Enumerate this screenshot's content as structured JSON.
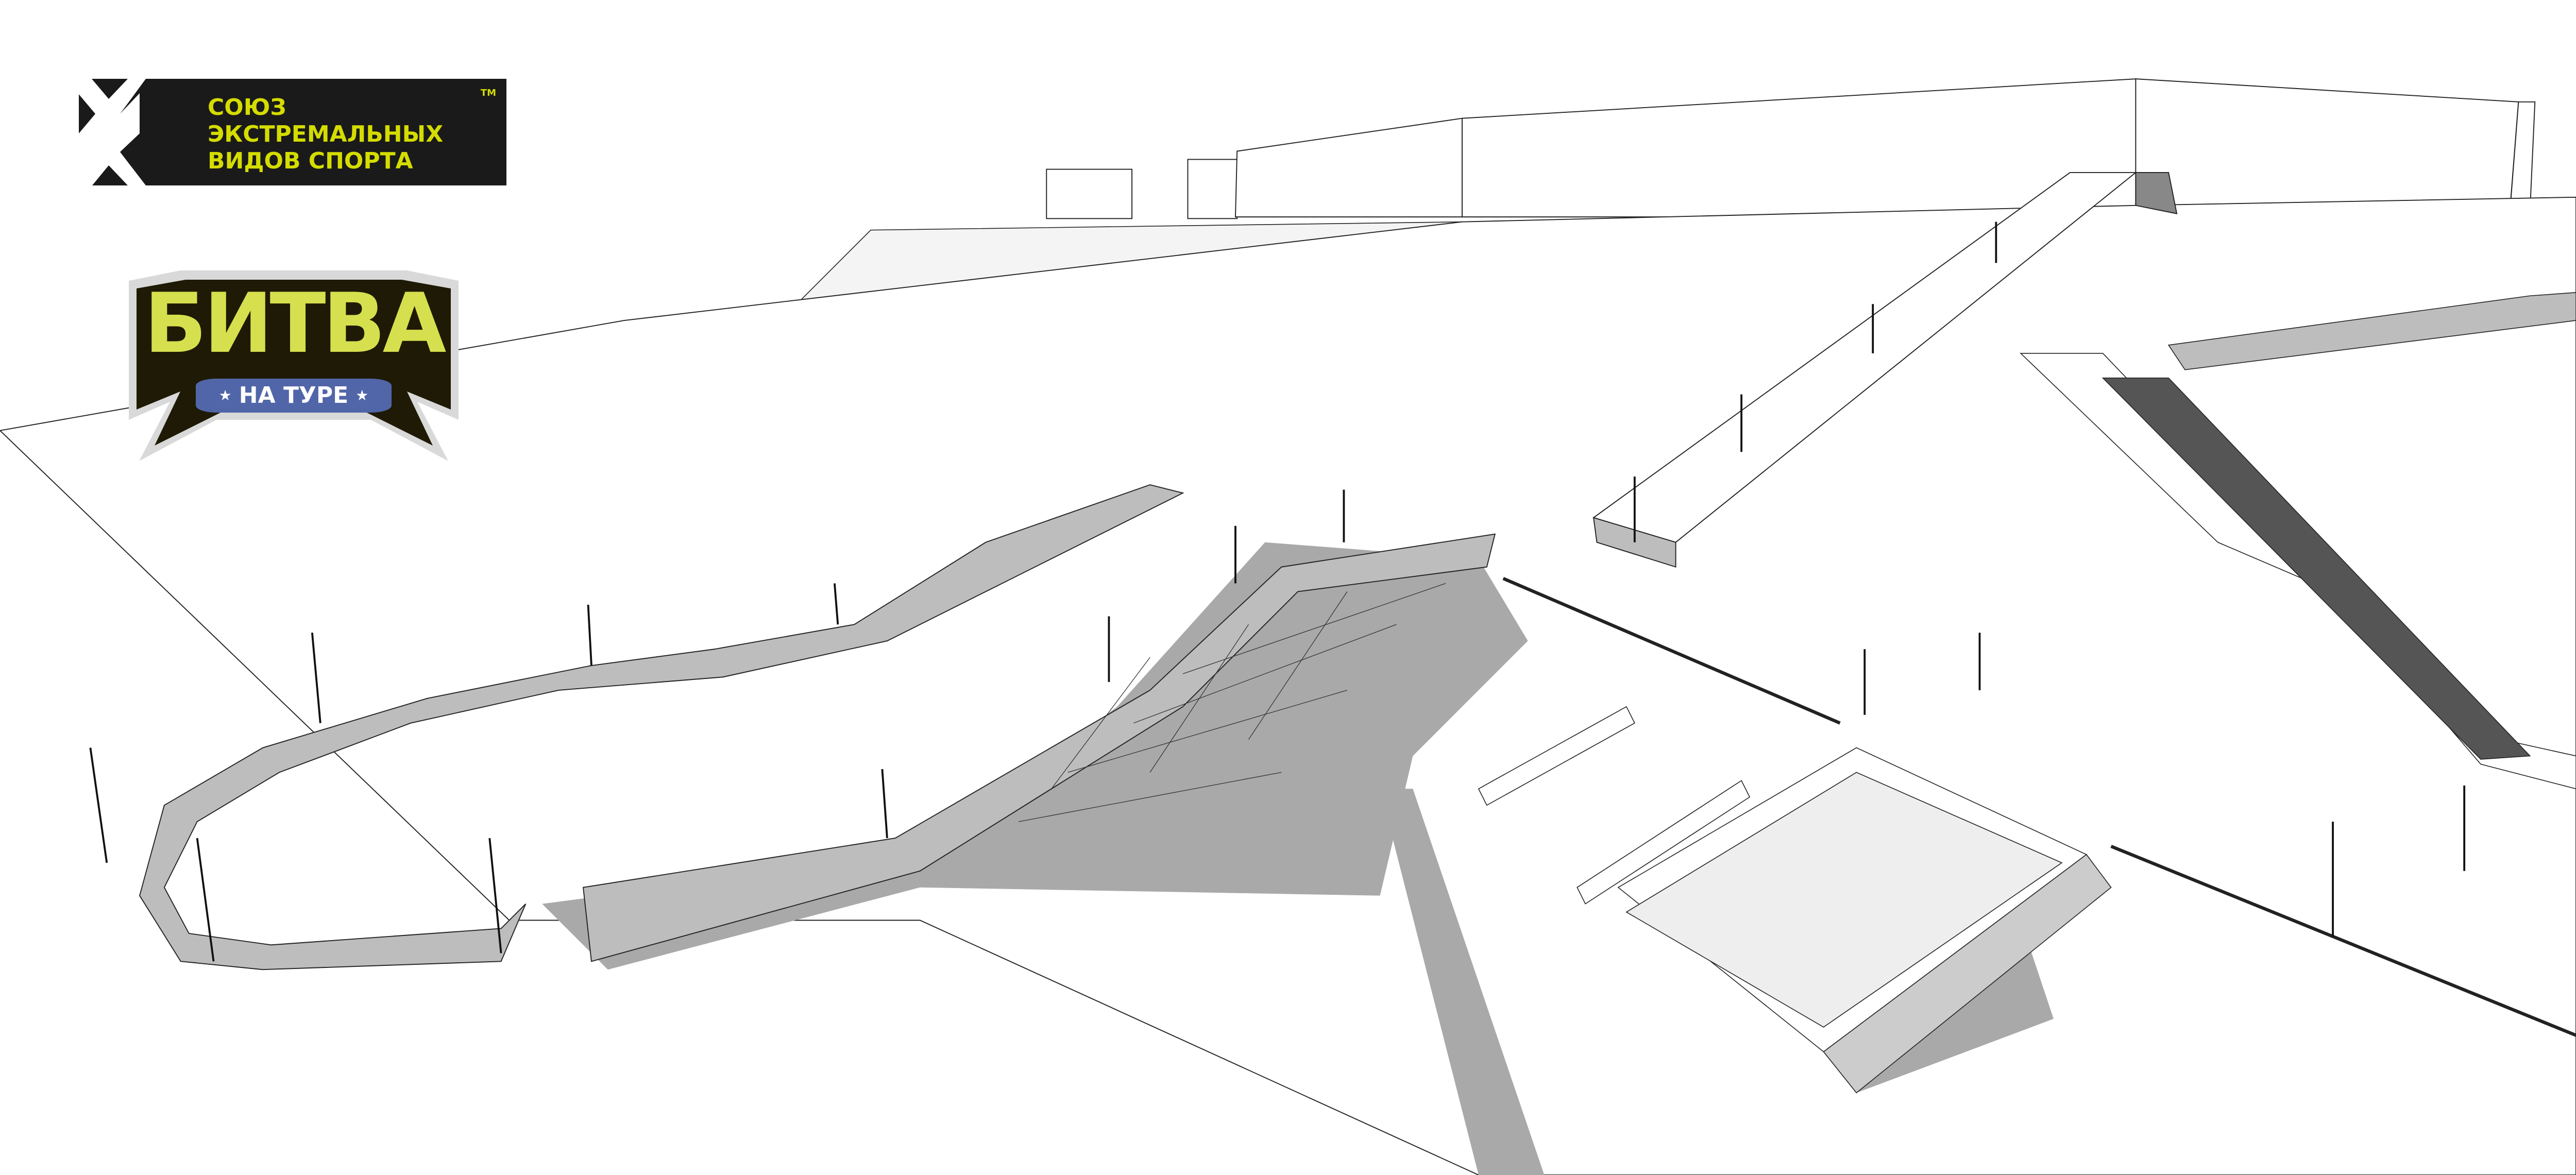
{
  "logos": {
    "union": {
      "line1": "СОЮЗ",
      "line2": "ЭКСТРЕМАЛЬНЫХ",
      "line3": "ВИДОВ СПОРТА",
      "trademark": "TM",
      "background": "#1a1a1a",
      "text_color": "#d4dc00"
    },
    "battle": {
      "title": "БИТВА",
      "ribbon": "НА ТУРЕ",
      "title_color": "#d6e04e",
      "ribbon_color": "#5166a8"
    }
  },
  "colors": {
    "wall": "#bdbdbd",
    "shadow": "#a9a9a9",
    "line": "#222222"
  }
}
